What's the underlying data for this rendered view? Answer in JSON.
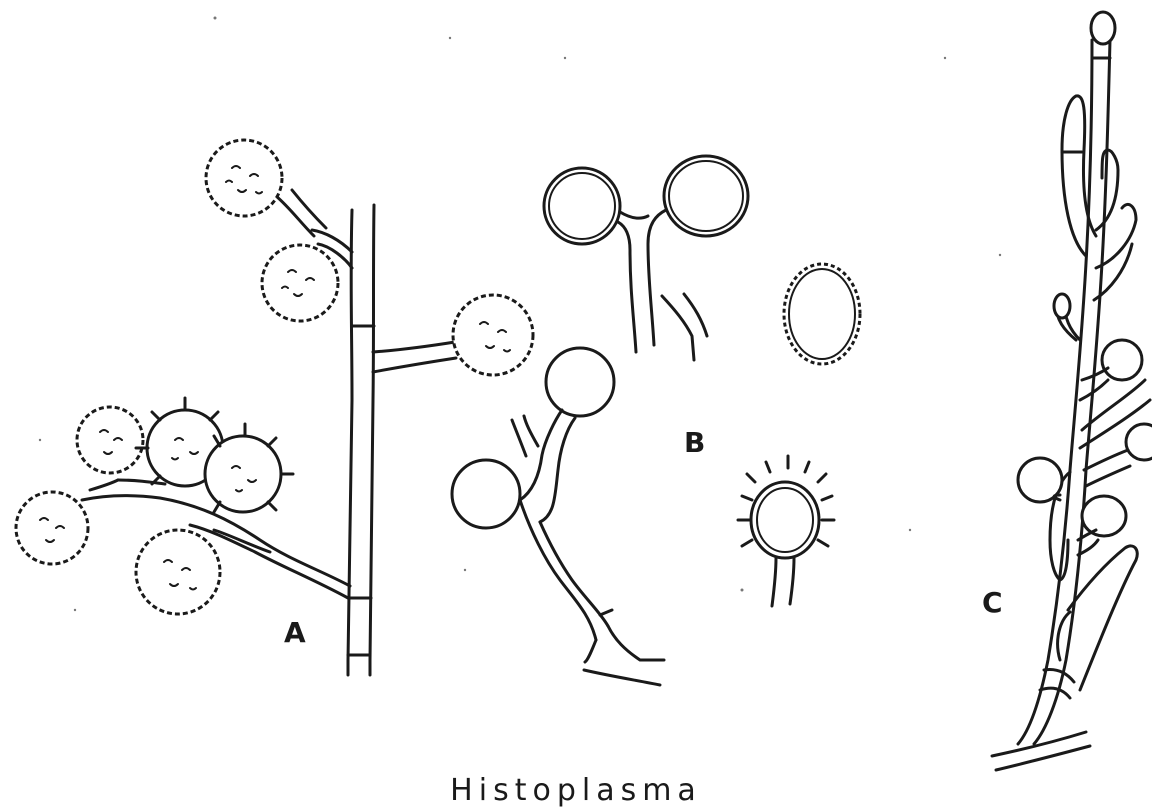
{
  "figure": {
    "panel_labels": {
      "a": "A",
      "b": "B",
      "c": "C"
    },
    "caption": "Histoplasma"
  }
}
